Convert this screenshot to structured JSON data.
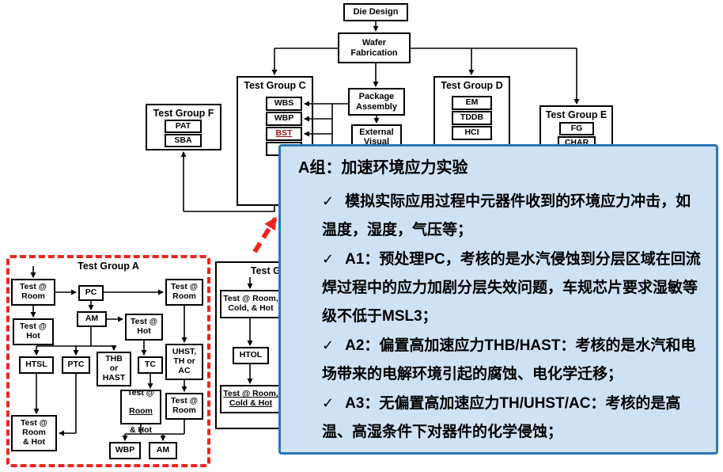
{
  "flow": {
    "die_design": "Die Design",
    "wafer_fabrication": "Wafer\nFabrication",
    "package_assembly": "Package\nAssembly",
    "external_visual": "External\nVisual"
  },
  "groups": {
    "f": {
      "title": "Test Group F",
      "items": [
        "PAT",
        "SBA"
      ]
    },
    "c": {
      "title": "Test Group C",
      "items": [
        "WBS",
        "WBP",
        "BST",
        ""
      ]
    },
    "d": {
      "title": "Test Group D",
      "items": [
        "EM",
        "TDDB",
        "HCI"
      ]
    },
    "e": {
      "title": "Test Group E",
      "items": [
        "FG",
        "CHAR"
      ]
    },
    "a": {
      "title": "Test Group A",
      "nodes": {
        "tr1": "Test @\nRoom",
        "pc": "PC",
        "tr2": "Test @\nRoom",
        "am1": "AM",
        "th1": "Test @\nHot",
        "th2": "Test @\nHot",
        "htsl": "HTSL",
        "ptc": "PTC",
        "thb": "THB\nor\nHAST",
        "tc": "TC",
        "uhst": "UHST,\nTH or\nAC",
        "trh1": {
          "l1": "Test @",
          "l2": "Room",
          "l3": "& Hot"
        },
        "tr3": "Test @\nRoom",
        "trh2": "Test @\nRoom\n& Hot",
        "wbp": "WBP",
        "am2": "AM"
      }
    },
    "b": {
      "title": "Test Group B",
      "nodes": {
        "b1": "Test @ Room,\nCold, & Hot",
        "htol": "HTOL",
        "b2": "Test @ Room,\nCold & Hot"
      }
    }
  },
  "callout": {
    "title": "A组：加速环境应力实验",
    "check": "✓",
    "bullets": [
      "模拟实际应用过程中元器件收到的环境应力冲击，如温度，湿度，气压等；",
      "A1：预处理PC，考核的是水汽侵蚀到分层区域在回流焊过程中的应力加剧分层失效问题，车规芯片要求湿敏等级不低于MSL3；",
      "A2：偏置高加速应力THB/HAST：考核的是水汽和电场带来的电解环境引起的腐蚀、电化学迁移；",
      "A3：无偏置高加速应力TH/UHST/AC：考核的是高温、高湿条件下对器件的化学侵蚀；"
    ],
    "colors": {
      "panel_bg": "#cfe2f3",
      "panel_border": "#2e75b6",
      "accent_red": "#e8261f"
    }
  }
}
